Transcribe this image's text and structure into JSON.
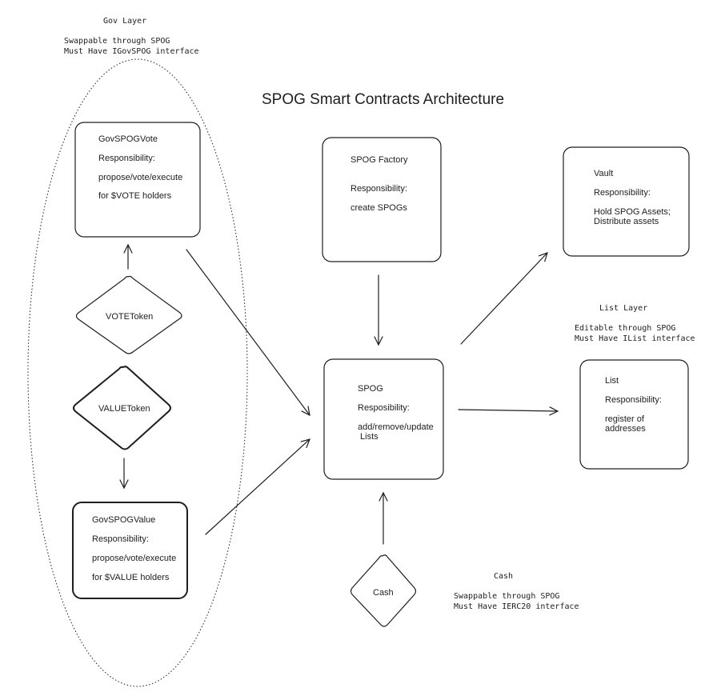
{
  "title": "SPOG Smart Contracts Architecture",
  "gov_layer": {
    "heading": "Gov Layer",
    "line1": "Swappable through SPOG",
    "line2": "Must Have IGovSPOG interface"
  },
  "list_layer": {
    "heading": "List Layer",
    "line1": "Editable through SPOG",
    "line2": "Must Have IList interface"
  },
  "cash_layer": {
    "heading": "Cash",
    "line1": "Swappable through SPOG",
    "line2": "Must Have IERC20 interface"
  },
  "gov_spog_vote": {
    "name": "GovSPOGVote",
    "resp_label": "Responsibility:",
    "line1": "propose/vote/execute",
    "line2": "for $VOTE holders"
  },
  "gov_spog_value": {
    "name": "GovSPOGValue",
    "resp_label": "Responsibility:",
    "line1": "propose/vote/execute",
    "line2": "for $VALUE holders"
  },
  "spog_factory": {
    "name": "SPOG Factory",
    "resp_label": "Responsibility:",
    "line1": "create SPOGs"
  },
  "spog": {
    "name": "SPOG",
    "resp_label": "Resposibility:",
    "line1": "add/remove/update",
    "line2": " Lists"
  },
  "vault": {
    "name": "Vault",
    "resp_label": "Responsibility:",
    "line1": "Hold SPOG Assets;",
    "line2": "Distribute assets"
  },
  "list": {
    "name": "List",
    "resp_label": "Responsibility:",
    "line1": "register of",
    "line2": "addresses"
  },
  "vote_token": {
    "name": "VOTEToken"
  },
  "value_token": {
    "name": "VALUEToken"
  },
  "cash": {
    "name": "Cash"
  }
}
